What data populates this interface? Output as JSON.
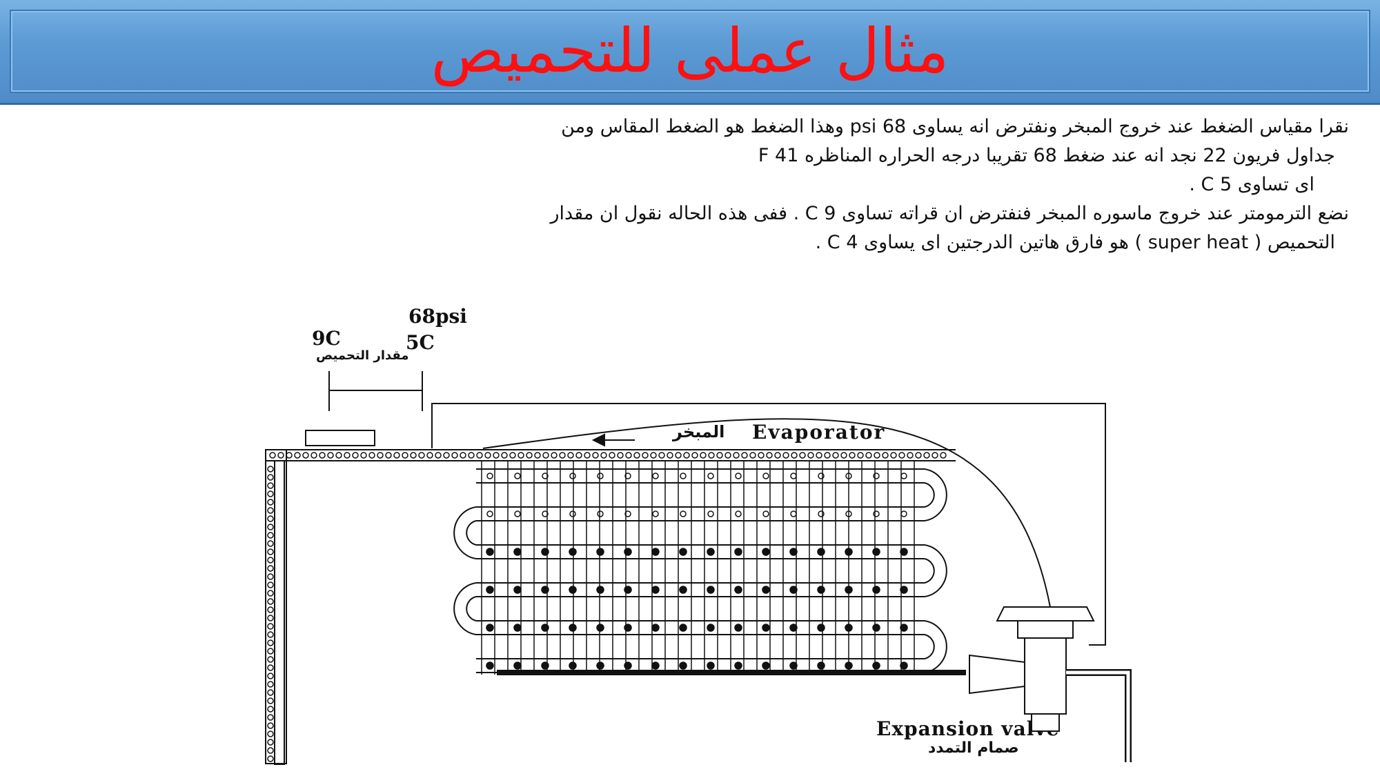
{
  "header": {
    "title": "مثال عملى للتحميص"
  },
  "body_lines": [
    "نقرا مقياس الضغط عند خروج المبخر ونفترض انه يساوى 68 psi وهذا الضغط هو الضغط المقاس ومن",
    "جداول فريون 22 نجد انه عند ضغط 68 تقريبا درجه الحراره المناظره 41 F",
    "اى تساوى 5 C .",
    "نضع الترمومتر عند خروج ماسوره المبخر فنفترض ان قراته تساوى 9 C . ففى هذه الحاله نقول ان مقدار",
    "التحميص ( super heat ) هو فارق هاتين الدرجتين اى يساوى 4 C ."
  ],
  "diagram": {
    "pressure_label": "68psi",
    "temp_sensor_label": "9C",
    "sat_temp_label": "5C",
    "superheat_label_ar": "مقدار التحميص",
    "evaporator_en": "Evaporator",
    "evaporator_ar": "المبخر",
    "valve_en": "Expansion valve",
    "valve_ar": "صمام التمدد",
    "colors": {
      "ink": "#111111",
      "title": "#ff1010",
      "bar": "#5d9bd5"
    }
  }
}
